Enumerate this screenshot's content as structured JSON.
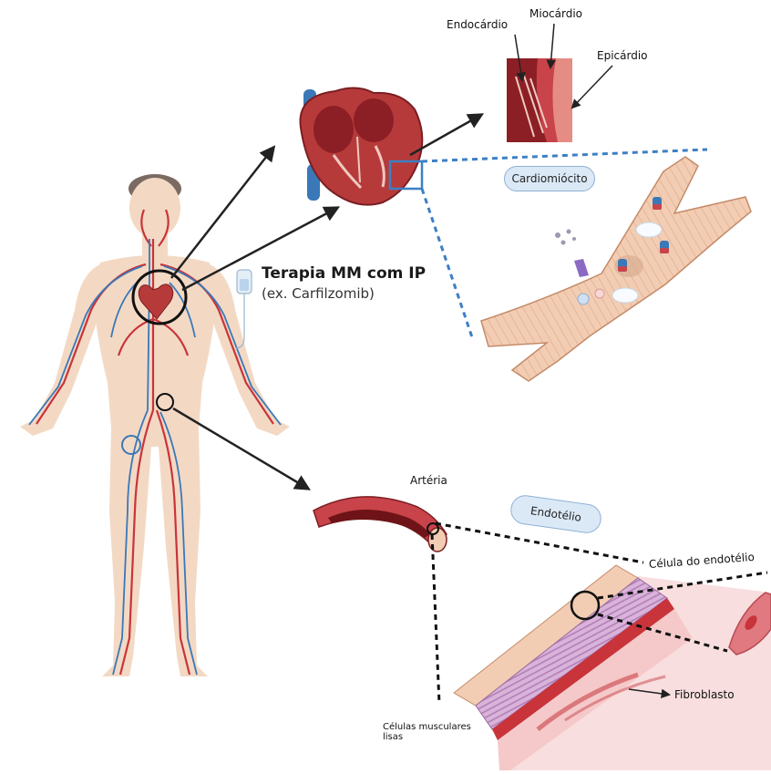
{
  "labels": {
    "endocardium": "Endocárdio",
    "myocardium": "Miocárdio",
    "epicardium": "Epicárdio",
    "cardiomyocyte": "Cardiomiócito",
    "therapy_title": "Terapia MM com IP",
    "therapy_example": "(ex. Carfilzomib)",
    "artery": "Artéria",
    "endothelium": "Endotélio",
    "endothelial_cell": "Célula do endotélio",
    "fibroblast": "Fibroblasto",
    "smooth_muscle_cells": "Células musculares lisas"
  },
  "colors": {
    "artery_red": "#c8343a",
    "vein_blue": "#3a78b8",
    "skin": "#f3d9c4",
    "heart": "#b73a3a",
    "callout_blue": "#3d7fc4",
    "pill_fill": "#dbe9f7"
  }
}
